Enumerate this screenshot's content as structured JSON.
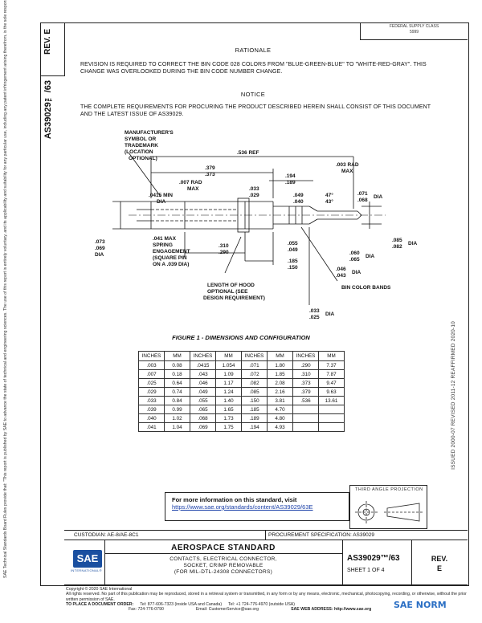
{
  "side": {
    "rev_label": "REV.",
    "rev_value": "E",
    "doc_id": "AS39029™/63",
    "left_notice": "SAE Technical Standards Board Rules provide that: \"This report is published by SAE to advance the state of technical and engineering sciences. The use of this report is entirely voluntary, and its applicability and suitability for any particular use, including any patent infringement arising therefrom, is the sole responsibility of the user.\" SAE reviews each technical report at least every five years at which time it may be revised, reaffirmed, stabilized, or cancelled. SAE invites your written comments and suggestions.",
    "dates": "ISSUED 2000-07    REVISED 2011-12    REAFFIRMED 2020-10"
  },
  "fed_supply": "FEDERAL SUPPLY CLASS\n5999",
  "rationale_heading": "RATIONALE",
  "rationale_text": "REVISION IS REQUIRED TO CORRECT THE BIN CODE 028 COLORS FROM \"BLUE-GREEN-BLUE\" TO \"WHITE-RED-GRAY\". THIS CHANGE WAS OVERLOOKED DURING THE BIN CODE NUMBER CHANGE.",
  "notice_heading": "NOTICE",
  "notice_text": "THE COMPLETE REQUIREMENTS FOR PROCURING THE PRODUCT DESCRIBED HEREIN SHALL CONSIST OF THIS DOCUMENT AND THE LATEST ISSUE OF AS39029.",
  "drawing": {
    "mfr_label": [
      "MANUFACTURER'S",
      "SYMBOL OR",
      "TRADEMARK",
      "(LOCATION",
      "OPTIONAL)"
    ],
    "ref": ".536 REF",
    "d379": [
      ".379",
      ".373"
    ],
    "d194": [
      ".194",
      ".189"
    ],
    "rad007": [
      ".007 RAD",
      "MAX"
    ],
    "d033": [
      ".033",
      ".029"
    ],
    "rad003": [
      ".003 RAD",
      "MAX"
    ],
    "d0415": [
      ".0415 MIN",
      "DIA"
    ],
    "d049": [
      ".049",
      ".040"
    ],
    "angle": [
      "47°",
      "43°"
    ],
    "dia071": [
      ".071",
      ".068"
    ],
    "dia_word": "DIA",
    "d073": [
      ".073",
      ".069",
      "DIA"
    ],
    "d041": [
      ".041 MAX",
      "SPRING",
      "ENGAGEMENT",
      "(SQUARE PIN",
      "ON A .039 DIA)"
    ],
    "d310": [
      ".310",
      ".290"
    ],
    "d055": [
      ".055",
      ".049"
    ],
    "d185": [
      ".185",
      ".150"
    ],
    "d085": [
      ".085",
      ".082"
    ],
    "d060": [
      ".060",
      ".065"
    ],
    "d046": [
      ".046",
      ".043"
    ],
    "hood": [
      "LENGTH OF HOOD",
      "OPTIONAL (SEE",
      "DESIGN REQUIREMENT)"
    ],
    "bands": "BIN COLOR BANDS",
    "d033b": [
      ".033",
      ".025"
    ]
  },
  "figure_title": "FIGURE 1 - DIMENSIONS AND CONFIGURATION",
  "table": {
    "headers": [
      "INCHES",
      "MM",
      "INCHES",
      "MM",
      "INCHES",
      "MM",
      "INCHES",
      "MM"
    ],
    "rows": [
      [
        ".003",
        "0.08",
        ".0415",
        "1.054",
        ".071",
        "1.80",
        ".290",
        "7.37"
      ],
      [
        ".007",
        "0.18",
        ".043",
        "1.09",
        ".072",
        "1.85",
        ".310",
        "7.87"
      ],
      [
        ".025",
        "0.64",
        ".046",
        "1.17",
        ".082",
        "2.08",
        ".373",
        "9.47"
      ],
      [
        ".029",
        "0.74",
        ".049",
        "1.24",
        ".085",
        "2.16",
        ".379",
        "9.63"
      ],
      [
        ".033",
        "0.84",
        ".055",
        "1.40",
        ".150",
        "3.81",
        ".536",
        "13.61"
      ],
      [
        ".039",
        "0.99",
        ".065",
        "1.65",
        ".185",
        "4.70",
        "",
        ""
      ],
      [
        ".040",
        "1.02",
        ".068",
        "1.73",
        ".189",
        "4.80",
        "",
        ""
      ],
      [
        ".041",
        "1.04",
        ".069",
        "1.75",
        ".194",
        "4.93",
        "",
        ""
      ]
    ]
  },
  "info_box": {
    "line1": "For more information on this standard, visit",
    "link": "https://www.sae.org/standards/content/AS39029/63E"
  },
  "projection": "THIRD ANGLE PROJECTION",
  "custodian": "CUSTODIAN: AE-8/AE-8C1",
  "procurement": "PROCUREMENT SPECIFICATION: AS39029",
  "title_block": {
    "logo": "SAE",
    "logo_sub": "INTERNATIONAL®",
    "standard": "AEROSPACE STANDARD",
    "subtitle": [
      "CONTACTS, ELECTRICAL CONNECTOR,",
      "SOCKET, CRIMP REMOVABLE",
      "(FOR MIL-DTL-24308 CONNECTORS)"
    ],
    "doc_num": "AS39029™/63",
    "sheet": "SHEET 1 OF 4",
    "rev_label": "REV.",
    "rev_value": "E"
  },
  "footer": {
    "copyright": "Copyright © 2020 SAE International",
    "rights": "All rights reserved. No part of this publication may be reproduced, stored in a retrieval system or transmitted, in any form or by any means, electronic, mechanical, photocopying, recording, or otherwise, without the prior written permission of SAE.",
    "order_label": "TO PLACE A DOCUMENT ORDER:",
    "tel": "Tel: 877-606-7323 (inside USA and Canada)",
    "tel2": "Tel: +1 724-776-4970 (outside USA)",
    "fax": "Fax: 724-776-0790",
    "email": "Email: CustomerService@sae.org",
    "web": "SAE WEB ADDRESS: http://www.sae.org"
  },
  "watermark": "SAE NORM"
}
